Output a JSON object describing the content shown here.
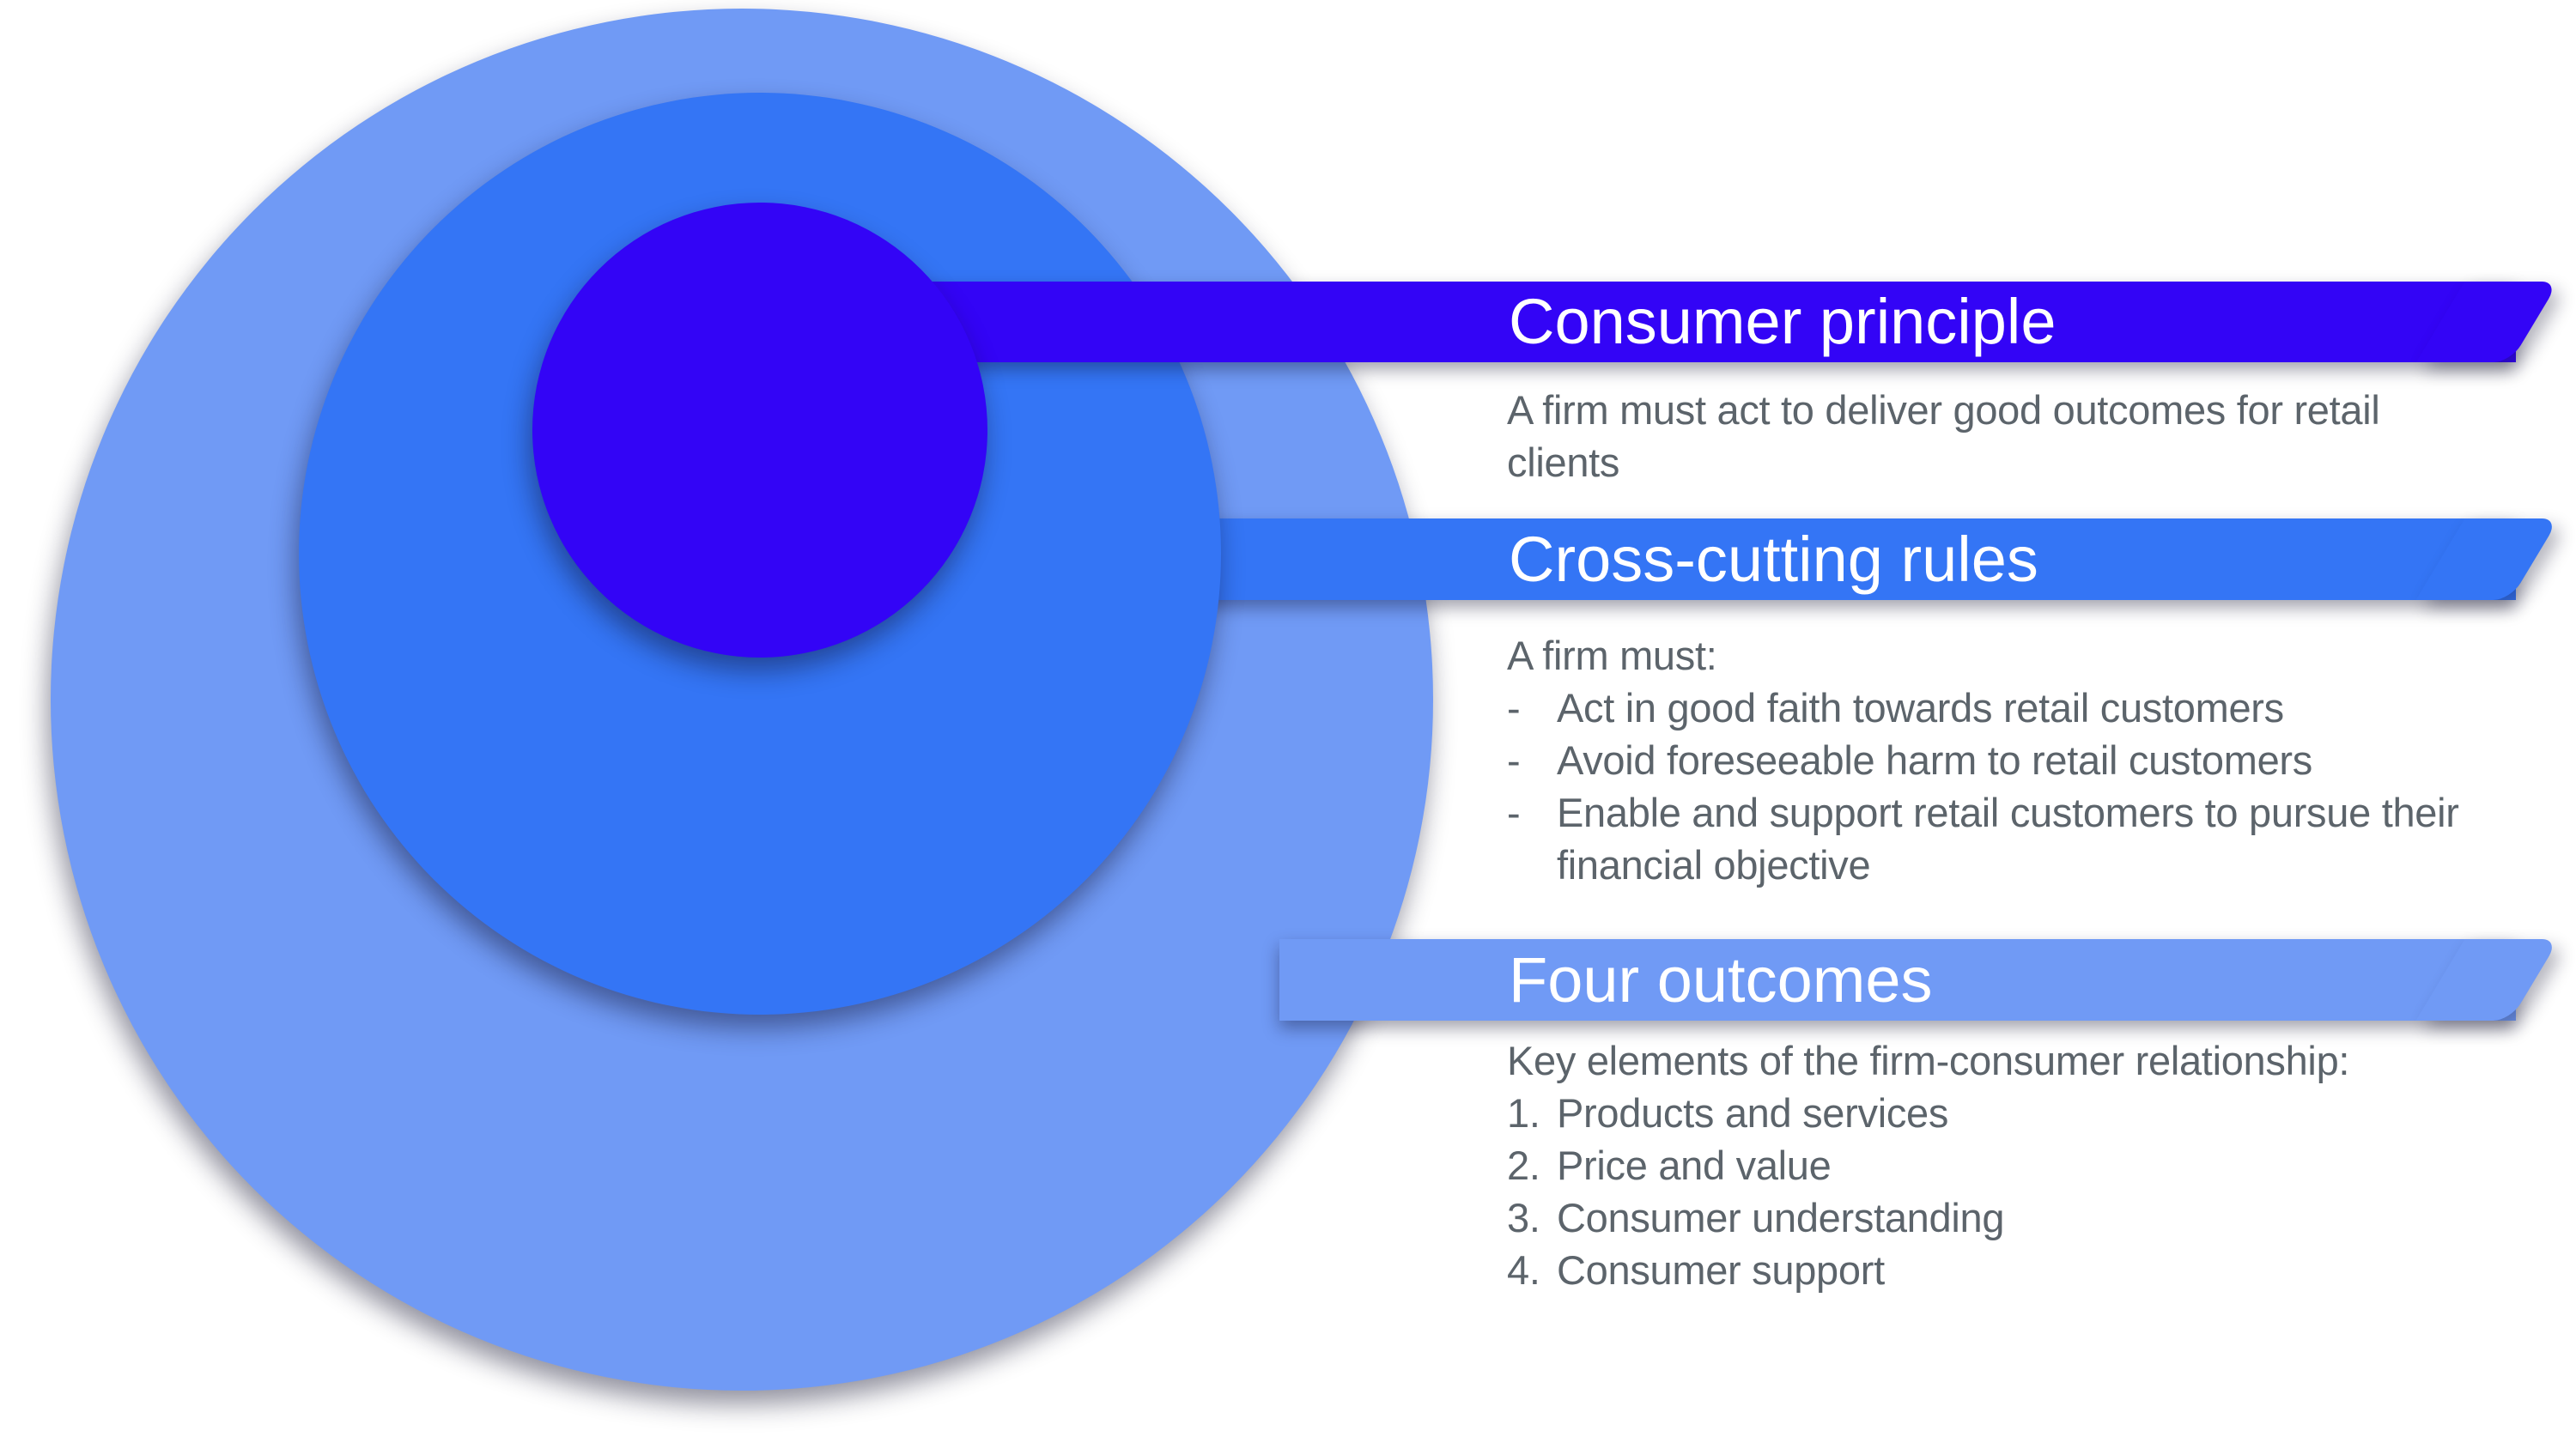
{
  "colors": {
    "background": "#ffffff",
    "consumer_principle": "#3304f6",
    "cross_cutting_rules": "#3475f5",
    "four_outcomes": "#709af5",
    "title_text": "#ffffff",
    "body_text": "#5c646b"
  },
  "sections": [
    {
      "title": "Consumer principle",
      "body": "A firm must act to deliver good outcomes for retail clients"
    },
    {
      "title": "Cross-cutting rules",
      "intro": "A firm must:",
      "bullet_marker": "-",
      "bullets": [
        "Act in good faith towards retail customers",
        "Avoid foreseeable harm to retail customers",
        "Enable and support retail customers to pursue their financial objective"
      ]
    },
    {
      "title": "Four outcomes",
      "intro": "Key elements of the firm-consumer relationship:",
      "items": [
        {
          "num": "1.",
          "label": "Products and services"
        },
        {
          "num": "2.",
          "label": "Price and value"
        },
        {
          "num": "3.",
          "label": "Consumer understanding"
        },
        {
          "num": "4.",
          "label": "Consumer support"
        }
      ]
    }
  ]
}
